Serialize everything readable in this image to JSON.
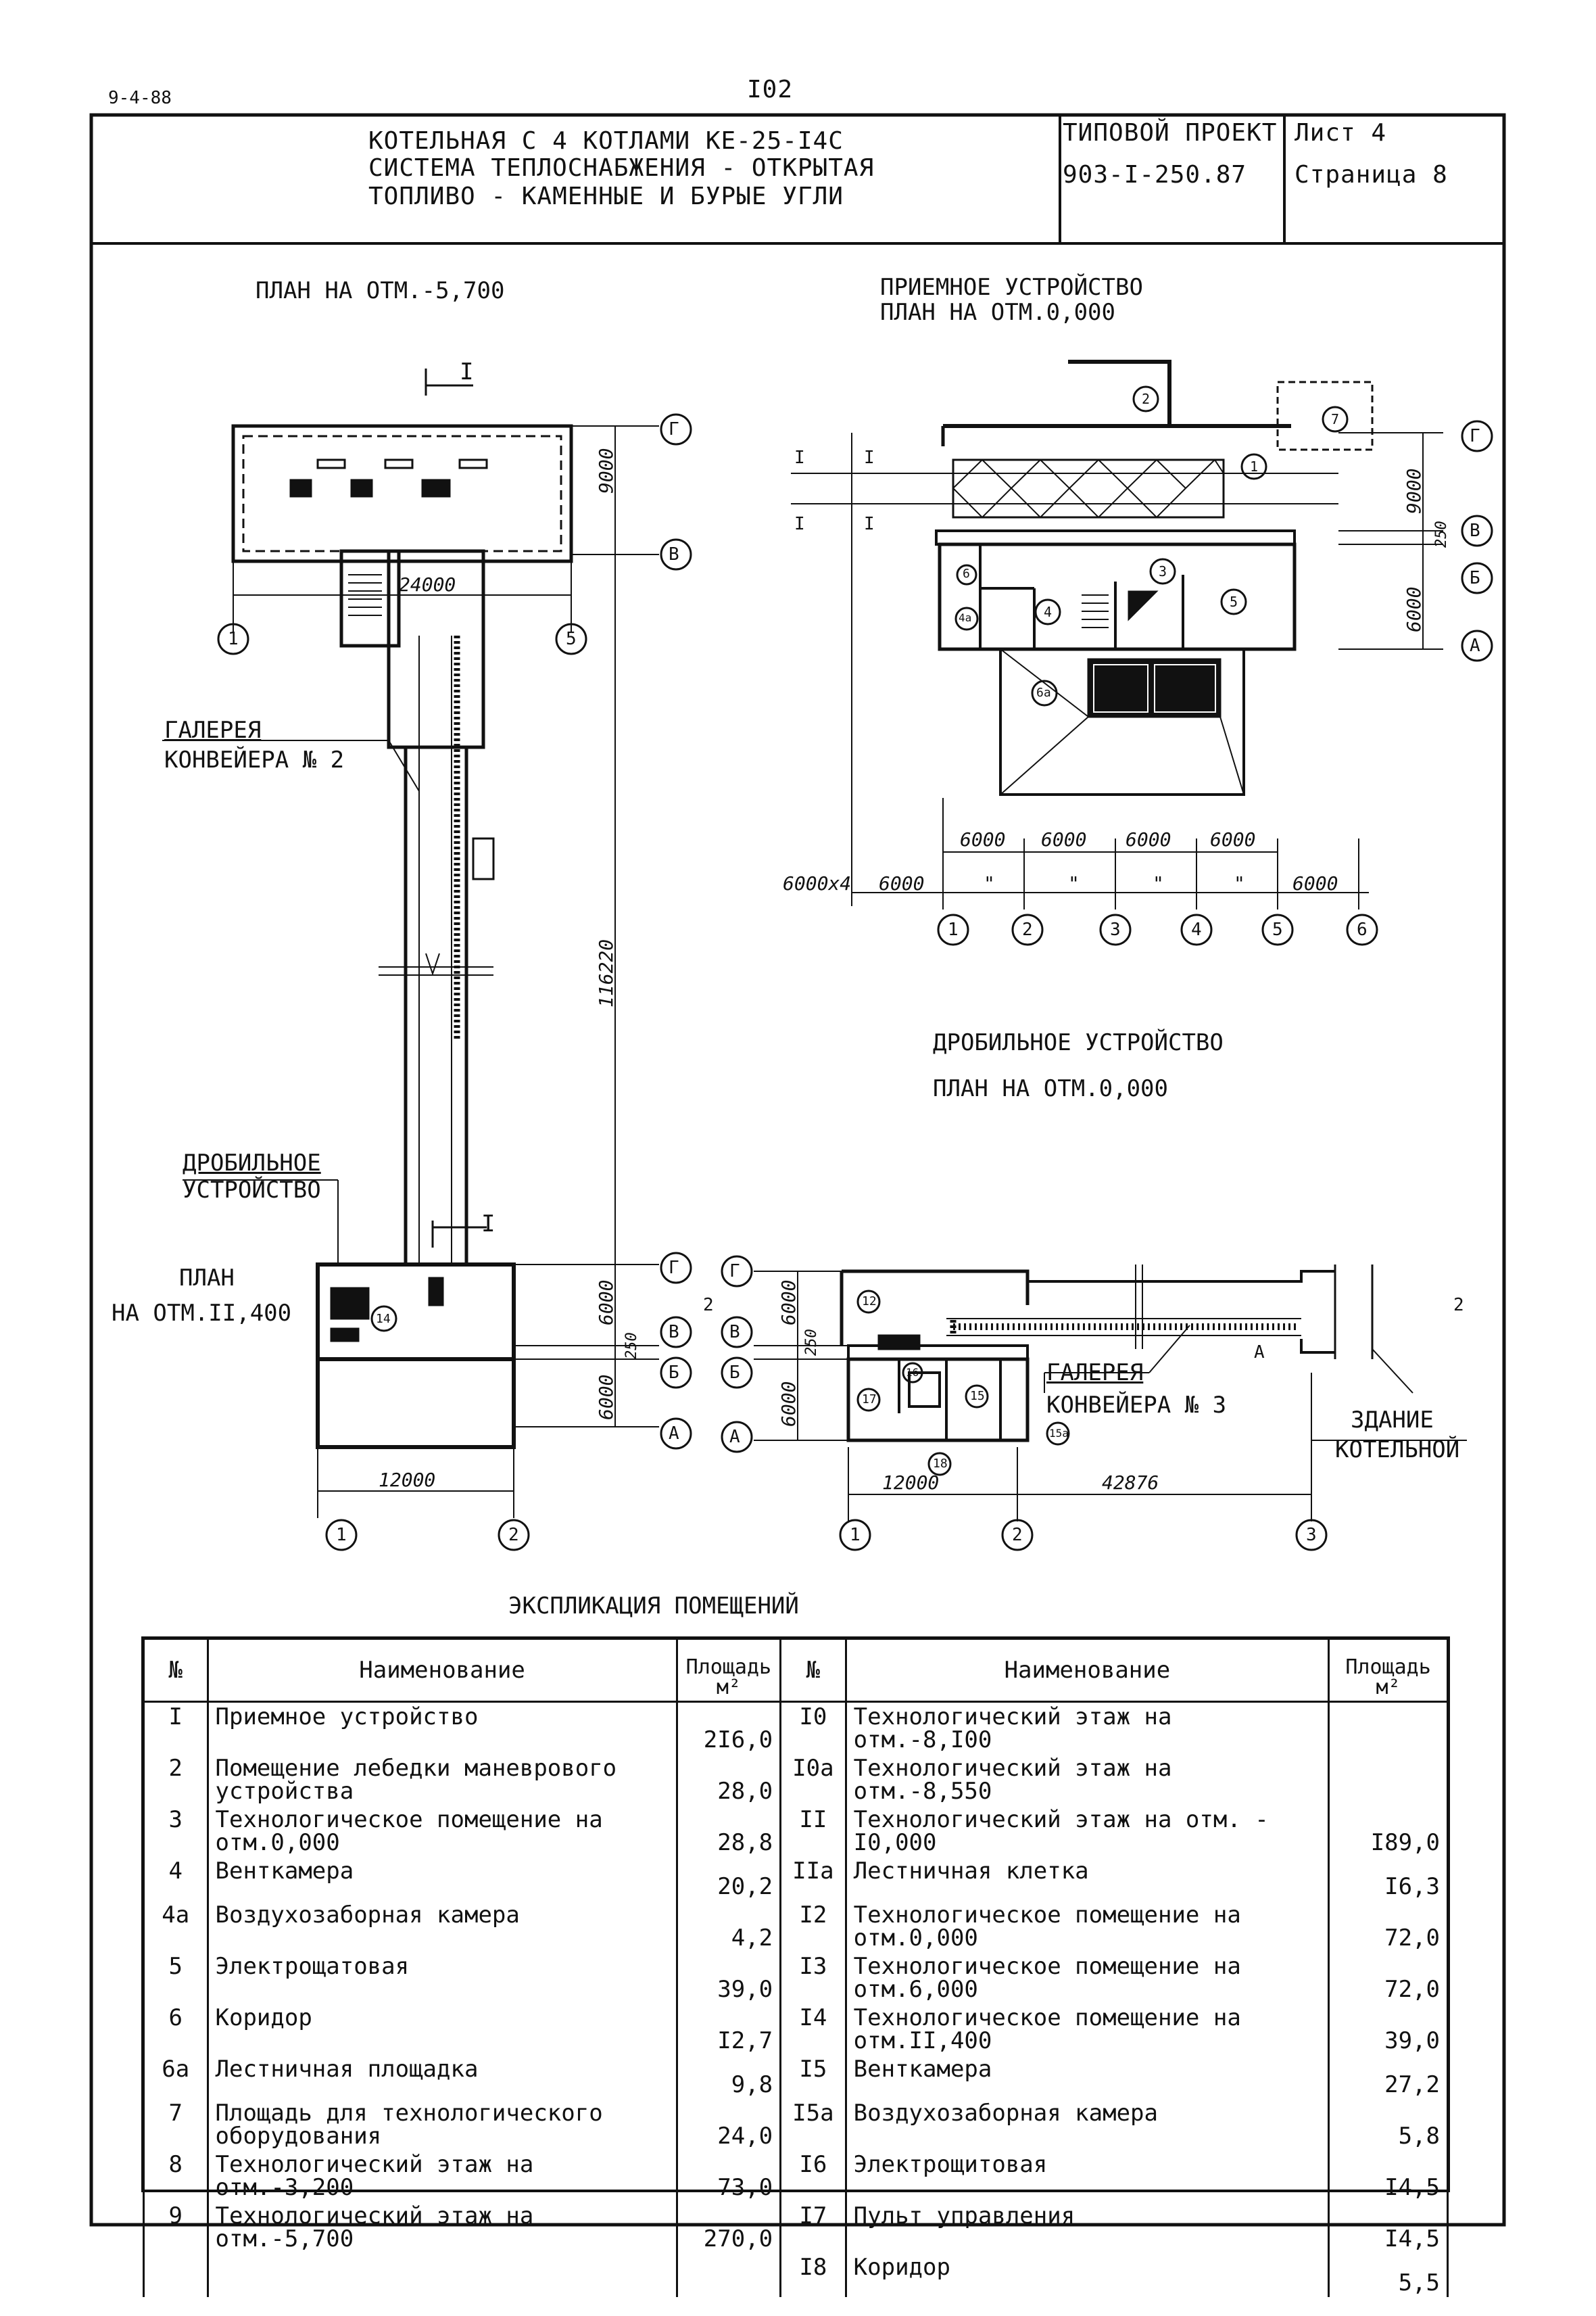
{
  "header": {
    "corner_code": "9-4-88",
    "page_number": "I02",
    "title_lines": [
      "КОТЕЛЬНАЯ С 4 КОТЛАМИ КЕ-25-I4С",
      "СИСТЕМА ТЕПЛОСНАБЖЕНИЯ - ОТКРЫТАЯ",
      "ТОПЛИВО - КАМЕННЫЕ И БУРЫЕ УГЛИ"
    ],
    "project_label": "ТИПОВОЙ ПРОЕКТ",
    "project_number": "903-I-250.87",
    "sheet_label": "Лист 4",
    "page_label": "Страница 8"
  },
  "plan_left": {
    "title": "ПЛАН НА ОТМ.-5,700",
    "section_mark": "I",
    "gallery_label_1": "ГАЛЕРЕЯ",
    "gallery_label_2": "КОНВЕЙЕРА № 2",
    "crusher_label_1": "ДРОБИЛЬНОЕ",
    "crusher_label_2": "УСТРОЙСТВО",
    "plan_bottom_1": "ПЛАН",
    "plan_bottom_2": "НА ОТМ.II,400",
    "dims": {
      "top_width": "24000",
      "top_depth": "9000",
      "gallery_length": "116220",
      "bot_d1": "6000",
      "bot_d2": "250",
      "bot_d3": "6000",
      "bot_width": "12000"
    },
    "axes": {
      "g": "Г",
      "v": "В",
      "b": "Б",
      "a": "А",
      "n1": "1",
      "n2": "2",
      "n5": "5"
    },
    "room_tags": {
      "r14": "14"
    }
  },
  "plan_receive": {
    "title_1": "ПРИЕМНОЕ УСТРОЙСТВО",
    "title_2": "ПЛАН НА ОТМ.0,000",
    "dims": {
      "d1": "9000",
      "d2": "250",
      "d3": "6000",
      "span": "6000",
      "total": "6000x4",
      "ditto": "\"",
      "end": "6000"
    },
    "axes": {
      "g": "Г",
      "v": "В",
      "b": "Б",
      "a": "А",
      "n1": "1",
      "n2": "2",
      "n3": "3",
      "n4": "4",
      "n5": "5",
      "n6": "6"
    },
    "room_tags": {
      "r1": "1",
      "r2": "2",
      "r3": "3",
      "r4": "4",
      "r4a": "4а",
      "r5": "5",
      "r6": "6",
      "r6a": "6а",
      "r7": "7"
    },
    "sect": "I"
  },
  "plan_crusher": {
    "title_1": "ДРОБИЛЬНОЕ УСТРОЙСТВО",
    "title_2": "ПЛАН НА ОТМ.0,000",
    "gallery_label_1": "ГАЛЕРЕЯ",
    "gallery_label_2": "КОНВЕЙЕРА № 3",
    "building_label_1": "ЗДАНИЕ",
    "building_label_2": "КОТЕЛЬНОЙ",
    "dims": {
      "d1": "6000",
      "d2": "250",
      "d3": "6000",
      "w1": "12000",
      "w2": "42876"
    },
    "axes": {
      "g": "Г",
      "v": "В",
      "b": "Б",
      "a": "А",
      "n1": "1",
      "n2": "2",
      "n3": "3"
    },
    "room_tags": {
      "r12": "12",
      "r15": "15",
      "r15a": "15а",
      "r16": "16",
      "r17": "17",
      "r18": "18"
    },
    "sect_mark": "2",
    "arrow_mark": "А"
  },
  "explication": {
    "title": "ЭКСПЛИКАЦИЯ ПОМЕЩЕНИЙ",
    "headers": {
      "no": "№",
      "name": "Наименование",
      "area": "Площадь м²"
    },
    "left": [
      {
        "no": "I",
        "name": "Приемное устройство",
        "area": "2I6,0"
      },
      {
        "no": "2",
        "name": "Помещение лебедки маневрового устройства",
        "area": "28,0"
      },
      {
        "no": "3",
        "name": "Технологическое помещение на отм.0,000",
        "area": "28,8"
      },
      {
        "no": "4",
        "name": "Венткамера",
        "area": "20,2"
      },
      {
        "no": "4а",
        "name": "Воздухозаборная камера",
        "area": "4,2"
      },
      {
        "no": "5",
        "name": "Электрощатовая",
        "area": "39,0"
      },
      {
        "no": "6",
        "name": "Коридор",
        "area": "I2,7"
      },
      {
        "no": "6а",
        "name": "Лестничная площадка",
        "area": "9,8"
      },
      {
        "no": "7",
        "name": "Площадь для технологического оборудования",
        "area": "24,0"
      },
      {
        "no": "8",
        "name": "Технологический этаж на отм.-3,200",
        "area": "73,0"
      },
      {
        "no": "9",
        "name": "Технологический этаж на отм.-5,700",
        "area": "270,0"
      }
    ],
    "right": [
      {
        "no": "I0",
        "name": "Технологический этаж на отм.-8,I00",
        "area": ""
      },
      {
        "no": "I0а",
        "name": "Технологический этаж на отм.-8,550",
        "area": ""
      },
      {
        "no": "II",
        "name": "Технологический этаж на отм. -I0,000",
        "area": "I89,0"
      },
      {
        "no": "IIа",
        "name": "Лестничная клетка",
        "area": "I6,3"
      },
      {
        "no": "I2",
        "name": "Технологическое помещение на отм.0,000",
        "area": "72,0"
      },
      {
        "no": "I3",
        "name": "Технологическое помещение на отм.6,000",
        "area": "72,0"
      },
      {
        "no": "I4",
        "name": "Технологическое помещение на отм.II,400",
        "area": "39,0"
      },
      {
        "no": "I5",
        "name": "Венткамера",
        "area": "27,2"
      },
      {
        "no": "I5а",
        "name": "Воздухозаборная камера",
        "area": "5,8"
      },
      {
        "no": "I6",
        "name": "Электрощитовая",
        "area": "I4,5"
      },
      {
        "no": "I7",
        "name": "Пульт управления",
        "area": "I4,5"
      },
      {
        "no": "I8",
        "name": "Коридор",
        "area": "5,5"
      }
    ]
  }
}
